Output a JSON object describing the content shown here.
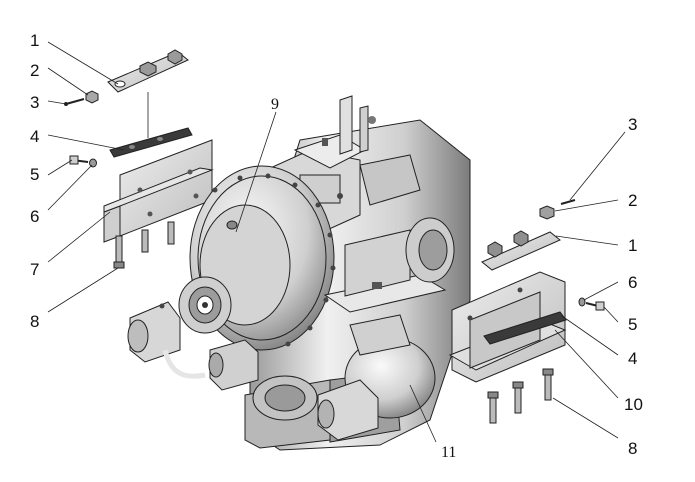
{
  "diagram": {
    "left_callouts": [
      "1",
      "2",
      "3",
      "4",
      "5",
      "6",
      "7",
      "8"
    ],
    "right_callouts": [
      "3",
      "2",
      "1",
      "6",
      "5",
      "4",
      "10",
      "8"
    ],
    "center_callouts": [
      "9",
      "11"
    ]
  },
  "colors": {
    "line": "#222222",
    "metal_light": "#e2e2e2",
    "metal_mid": "#b9b9b9",
    "metal_dark": "#5a5a5a",
    "pad": "#3a3a3a"
  }
}
